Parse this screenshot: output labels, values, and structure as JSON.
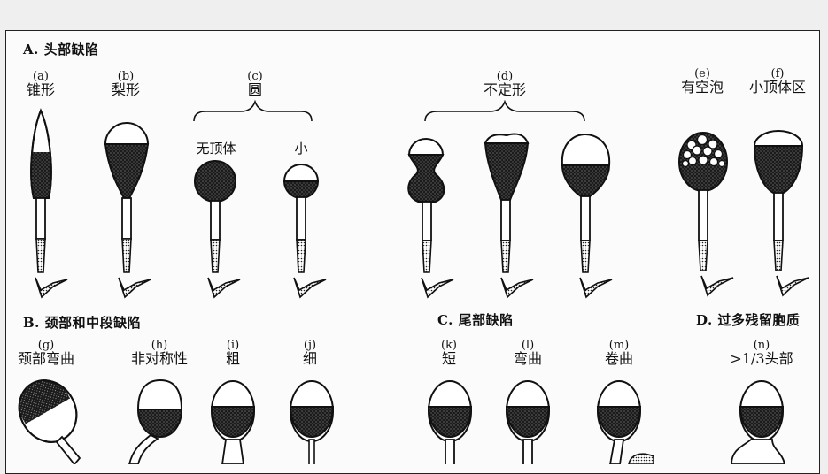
{
  "sections": {
    "head": "A. 头部缺陷",
    "neck": "B. 颈部和中段缺陷",
    "tail": "C. 尾部缺陷",
    "cyto": "D. 过多残留胞质"
  },
  "head_labels": [
    {
      "code": "(a)",
      "name": "锥形"
    },
    {
      "code": "(b)",
      "name": "梨形"
    },
    {
      "code": "(c)",
      "name": "圆"
    },
    {
      "code": "(d)",
      "name": "不定形"
    },
    {
      "code": "(e)",
      "name": "有空泡"
    },
    {
      "code": "(f)",
      "name": "小顶体区"
    }
  ],
  "round_sub": [
    "无顶体",
    "小"
  ],
  "row2_labels": [
    {
      "code": "(g)",
      "name": "颈部弯曲"
    },
    {
      "code": "(h)",
      "name": "非对称性"
    },
    {
      "code": "(i)",
      "name": "粗"
    },
    {
      "code": "(j)",
      "name": "细"
    },
    {
      "code": "(k)",
      "name": "短"
    },
    {
      "code": "(l)",
      "name": "弯曲"
    },
    {
      "code": "(m)",
      "name": "卷曲"
    },
    {
      "code": "(n)",
      "name": ">1/3头部"
    }
  ]
}
